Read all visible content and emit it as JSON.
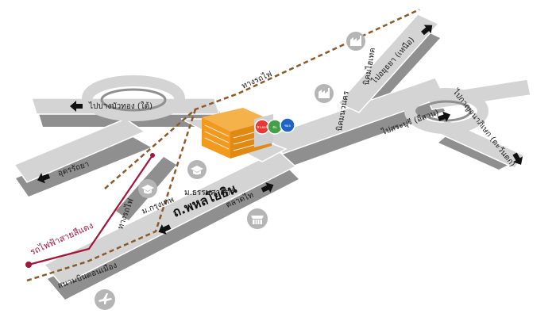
{
  "colors": {
    "road": "#c9c9c9",
    "road_shadow": "#8f8f8f",
    "rail_dashed": "#8a5a2b",
    "red_line": "#a3163a",
    "icon_circle": "#b5b5b5",
    "building_orange": "#f39a1e",
    "badge_red": "#e53935",
    "badge_green": "#43a047",
    "badge_blue": "#1e63c7"
  },
  "labels": {
    "rail_top": "ทางรถไฟ",
    "rail_bottom": "ทางรถไฟ",
    "bang_bua_thong": "ไปบางบัวทอง (ใต้)",
    "udon_ratthaya": "อุดรรัถยา",
    "red_line": "รถไฟฟ้าสายสีแดง",
    "airport": "สนามบินดอนเมือง",
    "bangkok_univ": "ม.กรุงเทพ",
    "thammasat": "ม.ธรรมศาสตร์",
    "phahonyothin": "ถ.พหลโยธิน",
    "talad_thai": "ตลาดไท",
    "navanakorn": "นิคมนวนคร",
    "hitech": "นิคมไฮเทค",
    "ayutthaya": "ไปอยุธยา (เหนือ)",
    "saraburi": "ไปสระบุรี (อีสาน)",
    "kanchanaphisek": "ไปกาญจนาภิเษก (ตะวันตก)"
  },
  "building": {
    "badge_1": "ฟิวเจอร์",
    "badge_2": "ตัน",
    "badge_3": "ซอล"
  },
  "icons": [
    {
      "name": "factory-icon-hitech"
    },
    {
      "name": "factory-icon-navanakorn"
    },
    {
      "name": "graduation-cap-icon-thammasat"
    },
    {
      "name": "graduation-cap-icon-bangkok"
    },
    {
      "name": "market-icon-talad-thai"
    },
    {
      "name": "airplane-icon-airport"
    }
  ]
}
